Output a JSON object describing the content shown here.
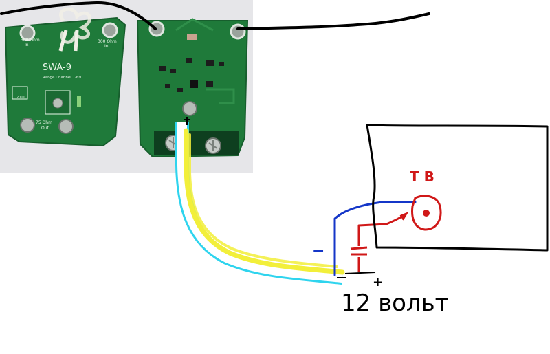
{
  "photo": {
    "board_left": {
      "model": "SWA-9",
      "range": "Range Channel 1-69",
      "in_left": "300 Ohm",
      "in_left_sub": "In",
      "in_right": "300 Ohm",
      "in_right_sub": "In",
      "out": "75 Ohm",
      "out_sub": "Out",
      "year": "2010"
    }
  },
  "labels": {
    "tv": "Т В",
    "minus": "−",
    "plus": "+",
    "supply": "12 вольт"
  },
  "colors": {
    "photo_bg": "#e6e6e9",
    "pcb": "#1f7a3a",
    "pcb_dark": "#14592a",
    "wire_black": "#000000",
    "cable_outer": "#2fd4ee",
    "cable_inner": "#f2ef3a",
    "wire_blue": "#1436c8",
    "wire_red": "#d01818",
    "tv_box": "#000000"
  }
}
